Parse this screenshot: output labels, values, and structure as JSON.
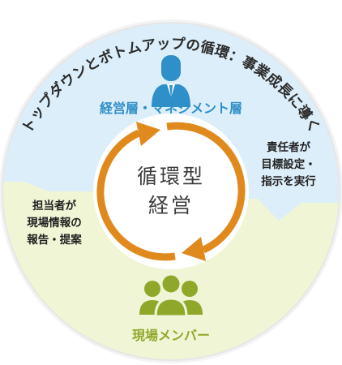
{
  "title": "トップダウンとボトムアップの循環：事業成長に導く",
  "top_section": {
    "label": "経営層・マネジメント層",
    "description_lines": [
      "責任者が",
      "目標設定・",
      "指示を実行"
    ],
    "icon": "businessman-icon",
    "color": "#2f8fc8"
  },
  "bottom_section": {
    "label": "現場メンバー",
    "description_lines": [
      "担当者が",
      "現場情報の",
      "報告・提案"
    ],
    "icon": "team-members-icon",
    "color": "#8fa82a"
  },
  "center": {
    "lines": [
      "循環型",
      "経営"
    ],
    "arrow_color": "#e08a1e"
  },
  "colors": {
    "top_fill": "#dbeef9",
    "bottom_fill": "#f0f5d6",
    "ring_stroke": "#e6e6e6"
  }
}
